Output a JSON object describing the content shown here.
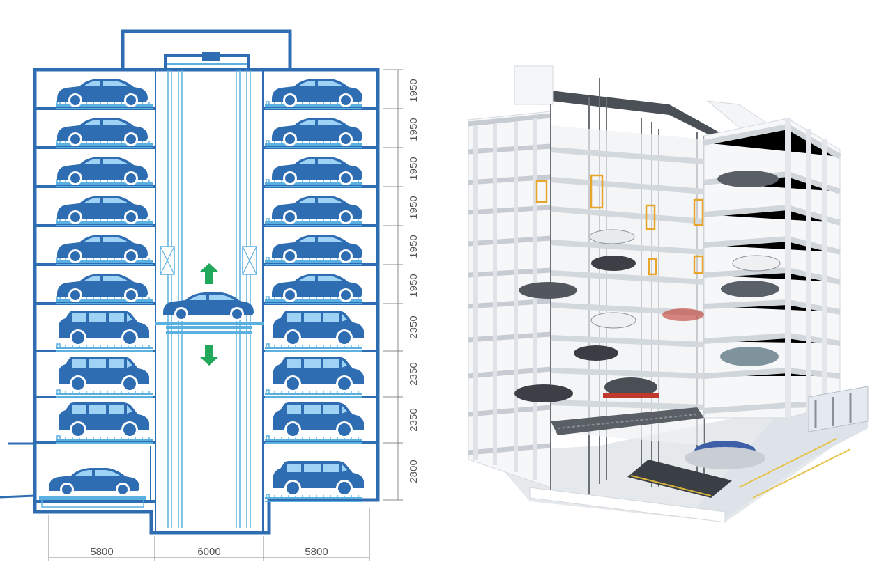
{
  "section_dimensions": {
    "level_heights": [
      "1950",
      "1950",
      "1950",
      "1950",
      "1950",
      "1950",
      "2350",
      "2350",
      "2350",
      "2800"
    ],
    "bay_widths": [
      "5800",
      "6000",
      "5800"
    ]
  },
  "colors": {
    "structure": "#2f6db3",
    "car": "#2f6db3",
    "car_window": "#9fd3f5",
    "rail": "#5ab0e0",
    "arrow": "#22a85a",
    "dimension_line": "#888888",
    "render_slab": "#f2f4f6",
    "render_shadow": "#c9ced4",
    "render_frame": "#6b7077",
    "render_accent": "#e7a52c"
  },
  "icons": {
    "sedan": "sedan-car-icon",
    "suv": "suv-car-icon",
    "up": "up-arrow-icon",
    "down": "down-arrow-icon"
  }
}
